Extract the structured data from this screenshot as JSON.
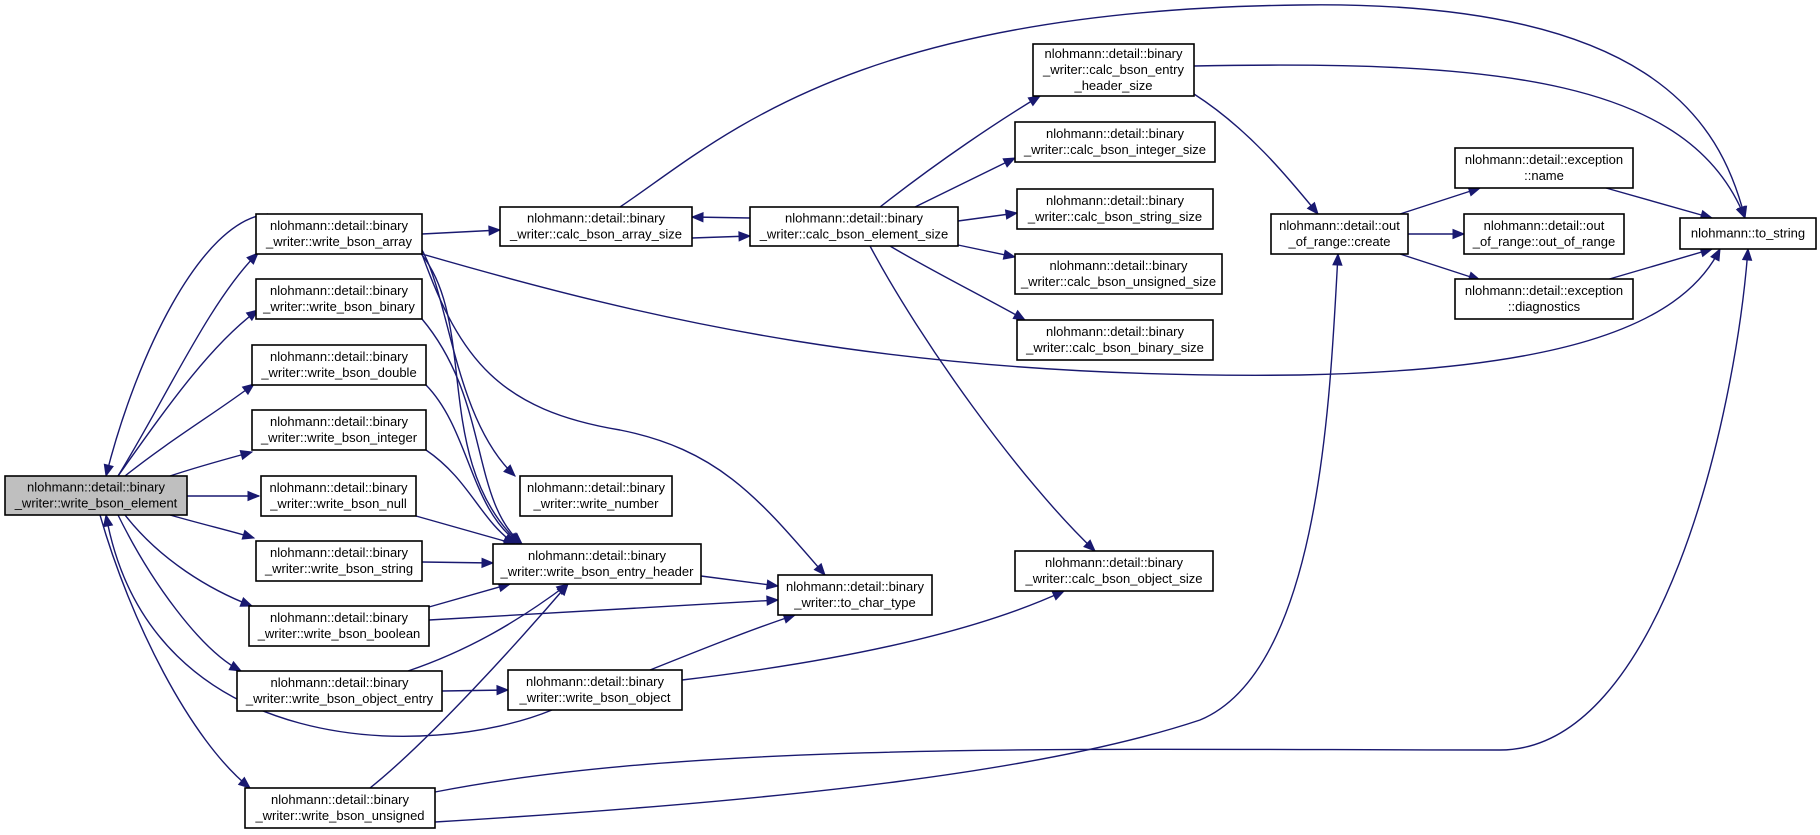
{
  "graph": {
    "root": "write_bson_element",
    "colors": {
      "edge": "#191970",
      "node_border": "#000000",
      "root_fill": "#bfbfbf",
      "node_fill": "#ffffff"
    },
    "nodes": [
      {
        "id": "write_bson_element",
        "lines": [
          "nlohmann::detail::binary",
          "_writer::write_bson_element"
        ]
      },
      {
        "id": "write_bson_array",
        "lines": [
          "nlohmann::detail::binary",
          "_writer::write_bson_array"
        ]
      },
      {
        "id": "write_bson_binary",
        "lines": [
          "nlohmann::detail::binary",
          "_writer::write_bson_binary"
        ]
      },
      {
        "id": "write_bson_double",
        "lines": [
          "nlohmann::detail::binary",
          "_writer::write_bson_double"
        ]
      },
      {
        "id": "write_bson_integer",
        "lines": [
          "nlohmann::detail::binary",
          "_writer::write_bson_integer"
        ]
      },
      {
        "id": "write_bson_null",
        "lines": [
          "nlohmann::detail::binary",
          "_writer::write_bson_null"
        ]
      },
      {
        "id": "write_bson_string",
        "lines": [
          "nlohmann::detail::binary",
          "_writer::write_bson_string"
        ]
      },
      {
        "id": "write_bson_boolean",
        "lines": [
          "nlohmann::detail::binary",
          "_writer::write_bson_boolean"
        ]
      },
      {
        "id": "write_bson_object_entry",
        "lines": [
          "nlohmann::detail::binary",
          "_writer::write_bson_object_entry"
        ]
      },
      {
        "id": "write_bson_unsigned",
        "lines": [
          "nlohmann::detail::binary",
          "_writer::write_bson_unsigned"
        ]
      },
      {
        "id": "calc_bson_array_size",
        "lines": [
          "nlohmann::detail::binary",
          "_writer::calc_bson_array_size"
        ]
      },
      {
        "id": "write_number",
        "lines": [
          "nlohmann::detail::binary",
          "_writer::write_number"
        ]
      },
      {
        "id": "write_bson_entry_header",
        "lines": [
          "nlohmann::detail::binary",
          "_writer::write_bson_entry_header"
        ]
      },
      {
        "id": "write_bson_object",
        "lines": [
          "nlohmann::detail::binary",
          "_writer::write_bson_object"
        ]
      },
      {
        "id": "calc_bson_element_size",
        "lines": [
          "nlohmann::detail::binary",
          "_writer::calc_bson_element_size"
        ]
      },
      {
        "id": "to_char_type",
        "lines": [
          "nlohmann::detail::binary",
          "_writer::to_char_type"
        ]
      },
      {
        "id": "calc_bson_entry_header_size",
        "lines": [
          "nlohmann::detail::binary",
          "_writer::calc_bson_entry",
          "_header_size"
        ]
      },
      {
        "id": "calc_bson_integer_size",
        "lines": [
          "nlohmann::detail::binary",
          "_writer::calc_bson_integer_size"
        ]
      },
      {
        "id": "calc_bson_string_size",
        "lines": [
          "nlohmann::detail::binary",
          "_writer::calc_bson_string_size"
        ]
      },
      {
        "id": "calc_bson_unsigned_size",
        "lines": [
          "nlohmann::detail::binary",
          "_writer::calc_bson_unsigned_size"
        ]
      },
      {
        "id": "calc_bson_binary_size",
        "lines": [
          "nlohmann::detail::binary",
          "_writer::calc_bson_binary_size"
        ]
      },
      {
        "id": "calc_bson_object_size",
        "lines": [
          "nlohmann::detail::binary",
          "_writer::calc_bson_object_size"
        ]
      },
      {
        "id": "out_of_range_create",
        "lines": [
          "nlohmann::detail::out",
          "_of_range::create"
        ]
      },
      {
        "id": "exception_name",
        "lines": [
          "nlohmann::detail::exception",
          "::name"
        ]
      },
      {
        "id": "out_of_range_ctor",
        "lines": [
          "nlohmann::detail::out",
          "_of_range::out_of_range"
        ]
      },
      {
        "id": "exception_diagnostics",
        "lines": [
          "nlohmann::detail::exception",
          "::diagnostics"
        ]
      },
      {
        "id": "to_string",
        "lines": [
          "nlohmann::to_string"
        ]
      }
    ],
    "edges": [
      [
        "write_bson_element",
        "write_bson_array"
      ],
      [
        "write_bson_element",
        "write_bson_binary"
      ],
      [
        "write_bson_element",
        "write_bson_double"
      ],
      [
        "write_bson_element",
        "write_bson_integer"
      ],
      [
        "write_bson_element",
        "write_bson_null"
      ],
      [
        "write_bson_element",
        "write_bson_string"
      ],
      [
        "write_bson_element",
        "write_bson_boolean"
      ],
      [
        "write_bson_element",
        "write_bson_object_entry"
      ],
      [
        "write_bson_element",
        "write_bson_unsigned"
      ],
      [
        "write_bson_array",
        "write_bson_element"
      ],
      [
        "write_bson_object",
        "write_bson_element"
      ],
      [
        "write_bson_array",
        "calc_bson_array_size"
      ],
      [
        "write_bson_array",
        "write_number"
      ],
      [
        "write_bson_array",
        "write_bson_entry_header"
      ],
      [
        "write_bson_array",
        "to_char_type"
      ],
      [
        "write_bson_array",
        "to_string"
      ],
      [
        "write_bson_binary",
        "write_bson_entry_header"
      ],
      [
        "write_bson_double",
        "write_bson_entry_header"
      ],
      [
        "write_bson_integer",
        "write_bson_entry_header"
      ],
      [
        "write_bson_null",
        "write_bson_entry_header"
      ],
      [
        "write_bson_string",
        "write_bson_entry_header"
      ],
      [
        "write_bson_boolean",
        "write_bson_entry_header"
      ],
      [
        "write_bson_boolean",
        "to_char_type"
      ],
      [
        "write_bson_object_entry",
        "write_bson_entry_header"
      ],
      [
        "write_bson_object_entry",
        "write_bson_object"
      ],
      [
        "write_bson_unsigned",
        "write_bson_entry_header"
      ],
      [
        "write_bson_unsigned",
        "out_of_range_create"
      ],
      [
        "write_bson_unsigned",
        "to_string"
      ],
      [
        "write_bson_entry_header",
        "to_char_type"
      ],
      [
        "write_bson_object",
        "to_char_type"
      ],
      [
        "write_bson_object",
        "calc_bson_object_size"
      ],
      [
        "calc_bson_array_size",
        "calc_bson_element_size"
      ],
      [
        "calc_bson_element_size",
        "calc_bson_array_size"
      ],
      [
        "calc_bson_array_size",
        "to_string"
      ],
      [
        "calc_bson_element_size",
        "calc_bson_entry_header_size"
      ],
      [
        "calc_bson_element_size",
        "calc_bson_integer_size"
      ],
      [
        "calc_bson_element_size",
        "calc_bson_string_size"
      ],
      [
        "calc_bson_element_size",
        "calc_bson_unsigned_size"
      ],
      [
        "calc_bson_element_size",
        "calc_bson_binary_size"
      ],
      [
        "calc_bson_element_size",
        "calc_bson_object_size"
      ],
      [
        "calc_bson_entry_header_size",
        "out_of_range_create"
      ],
      [
        "calc_bson_entry_header_size",
        "to_string"
      ],
      [
        "out_of_range_create",
        "exception_name"
      ],
      [
        "out_of_range_create",
        "out_of_range_ctor"
      ],
      [
        "out_of_range_create",
        "exception_diagnostics"
      ],
      [
        "exception_name",
        "to_string"
      ],
      [
        "exception_diagnostics",
        "to_string"
      ]
    ]
  }
}
